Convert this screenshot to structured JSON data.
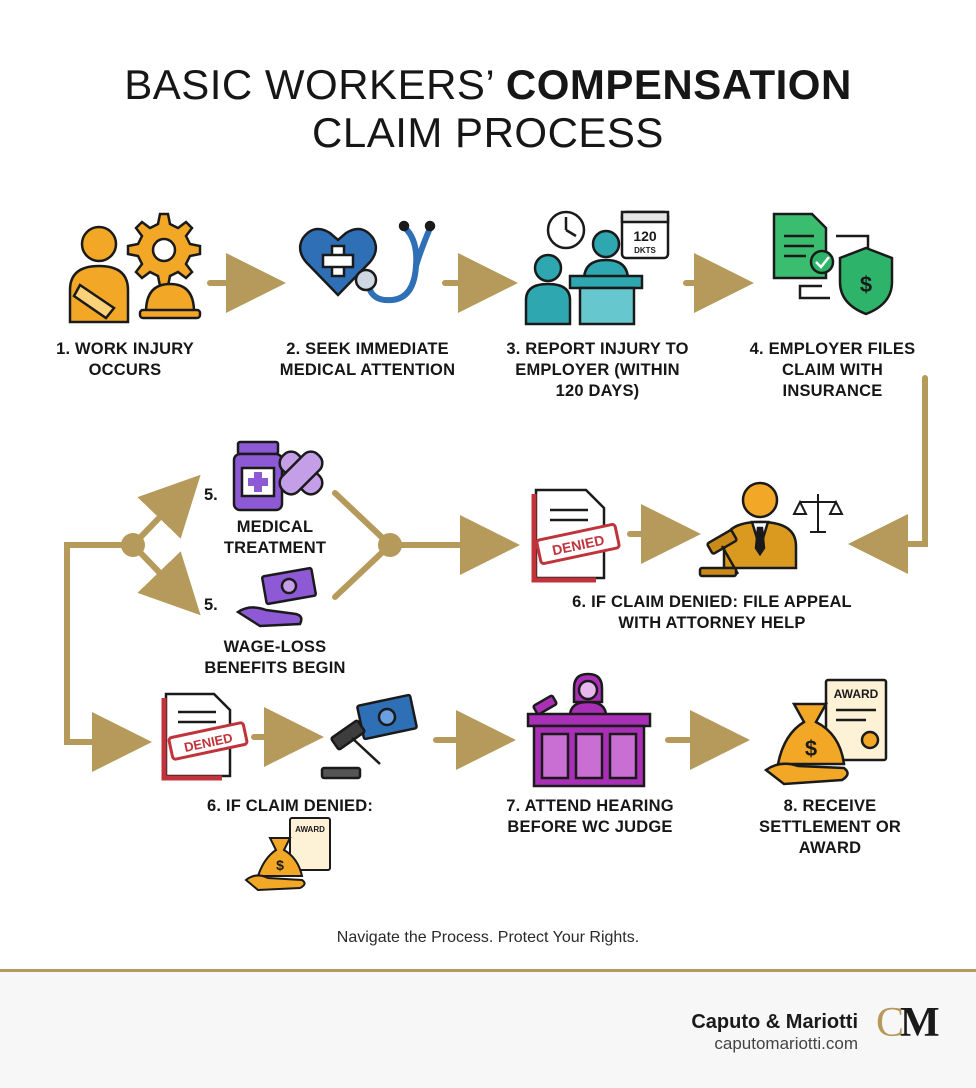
{
  "title": {
    "line1_prefix": "BASIC WORKERS’ ",
    "line1_bold": "COMPENSATION",
    "line2": "CLAIM PROCESS"
  },
  "steps": {
    "s1": "1. WORK INJURY OCCURS",
    "s2": "2. SEEK IMMEDIATE MEDICAL ATTENTION",
    "s3": "3. REPORT INJURY TO EMPLOYER (WITHIN 120 DAYS)",
    "s4": "4. EMPLOYER FILES CLAIM WITH INSURANCE",
    "s5a_num": "5.",
    "s5a": "MEDICAL TREATMENT",
    "s5b_num": "5.",
    "s5b": "WAGE-LOSS BENEFITS BEGIN",
    "s6a": "6. IF CLAIM DENIED: FILE APPEAL WITH ATTORNEY HELP",
    "s6b": "6. IF CLAIM DENIED:",
    "s7": "7. ATTEND HEARING BEFORE WC JUDGE",
    "s8": "8. RECEIVE SETTLEMENT OR AWARD"
  },
  "icon_text": {
    "calendar": "120",
    "calendar_sub": "DKTS",
    "stamp": "DENIED",
    "award": "AWARD"
  },
  "icons": [
    "injured-worker-icon",
    "gear-icon",
    "hard-hat-icon",
    "heart-icon",
    "stethoscope-icon",
    "clock-icon",
    "calendar-icon",
    "employer-desk-icon",
    "document-icon",
    "shield-dollar-icon",
    "pill-bottle-icon",
    "bandage-icon",
    "cash-hand-icon",
    "denied-document-icon",
    "gavel-icon",
    "attorney-icon",
    "scales-icon",
    "courtroom-judge-icon",
    "money-bag-icon",
    "award-certificate-icon"
  ],
  "colors": {
    "arrow": "#b59a5b",
    "orange": "#f2a826",
    "blue": "#2f6fb6",
    "teal": "#2ea7b0",
    "green": "#2db46a",
    "purple": "#8e59d4",
    "magenta": "#a92fb6",
    "red": "#c0333a"
  },
  "footer": {
    "tagline": "Navigate the Process. Protect Your Rights.",
    "firm_name": "Caputo & Mariotti",
    "firm_url": "caputomariotti.com",
    "logo_c": "C",
    "logo_m": "M"
  }
}
